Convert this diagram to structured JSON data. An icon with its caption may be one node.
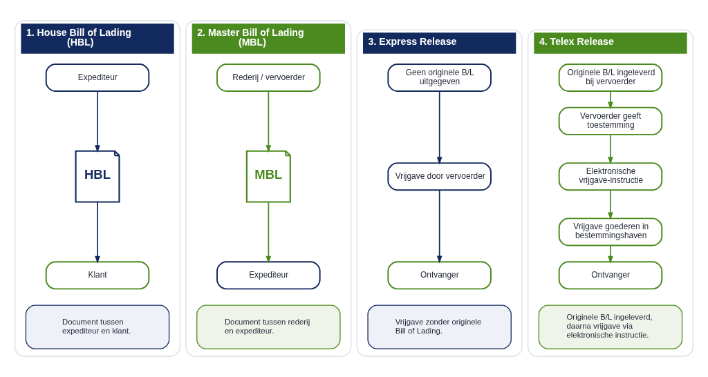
{
  "diagram": {
    "nodes": [
      {
        "text": [
          "1. House Bill of Lading (HBL)"
        ]
      },
      {
        "text": [
          "Expediteur"
        ],
        "in": 0
      },
      {
        "text": [
          "HBL"
        ],
        "in": 0
      },
      {
        "text": [
          "Klant"
        ],
        "in": 0
      },
      {
        "text": [
          "Document tussen expediteur en klant."
        ],
        "in": 0
      },
      {
        "text": [
          "2. Master Bill of Lading (MBL)"
        ]
      },
      {
        "text": [
          "Rederij / vervoerder"
        ],
        "in": 5
      },
      {
        "text": [
          "MBL"
        ],
        "in": 5
      },
      {
        "text": [
          "Expediteur"
        ],
        "in": 5
      },
      {
        "text": [
          "Document tussen rederij en expediteur."
        ],
        "in": 5
      },
      {
        "text": [
          "3. Express Release"
        ]
      },
      {
        "text": [
          "Geen originele B/L uitgegeven"
        ],
        "in": 10
      },
      {
        "text": [
          "Vrijgave door vervoerder"
        ],
        "in": 10
      },
      {
        "text": [
          "Ontvanger"
        ],
        "in": 10
      },
      {
        "text": [
          "Vrijgave zonder originele Bill of Lading."
        ],
        "in": 10
      },
      {
        "text": [
          "4. Telex Release"
        ]
      },
      {
        "text": [
          "Originele B/L ingeleverd bij vervoerder"
        ],
        "in": 15
      },
      {
        "text": [
          "Vervoerder geeft toestemming"
        ],
        "in": 15
      },
      {
        "text": [
          "Elektronische vrijgave-instructie"
        ],
        "in": 15
      },
      {
        "text": [
          "Vrijgave goederen in bestemmingshaven"
        ],
        "in": 15
      },
      {
        "text": [
          "Ontvanger"
        ],
        "in": 15
      },
      {
        "text": [
          "Originele B/L ingeleverd, daarna vrijgave via elektronische instructie."
        ],
        "in": 15
      }
    ],
    "edges": [
      {
        "from": 1,
        "to": 2,
        "arrow": "to",
        "color": "#132a5e"
      },
      {
        "from": 2,
        "to": 3,
        "arrow": "to",
        "color": "#132a5e"
      },
      {
        "from": 6,
        "to": 7,
        "arrow": "to"
      },
      {
        "from": 7,
        "to": 8,
        "arrow": "to"
      },
      {
        "from": 11,
        "to": 12,
        "arrow": "to",
        "color": "#132a5e"
      },
      {
        "from": 12,
        "to": 13,
        "arrow": "to",
        "color": "#132a5e"
      },
      {
        "from": 16,
        "to": 17,
        "arrow": "to"
      },
      {
        "from": 17,
        "to": 18,
        "arrow": "to"
      },
      {
        "from": 18,
        "to": 19,
        "arrow": "to"
      },
      {
        "from": 19,
        "to": 20,
        "arrow": "to"
      }
    ]
  }
}
